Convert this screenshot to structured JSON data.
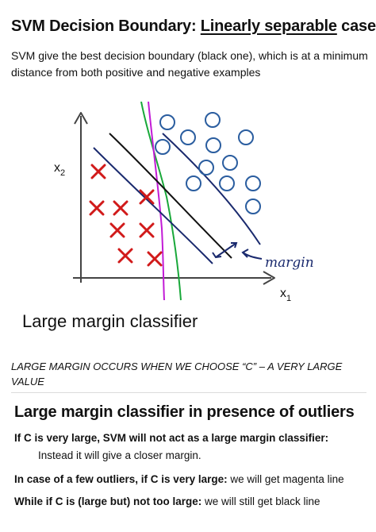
{
  "title": {
    "prefix": "SVM Decision Boundary: ",
    "underlined": "Linearly separable",
    "suffix": " case"
  },
  "description": "SVM give the best decision boundary (black one), which is at a minimum distance from both positive and negative examples",
  "figure": {
    "x_axis_label": "x",
    "x_axis_sub": "1",
    "y_axis_label": "x",
    "y_axis_sub": "2",
    "margin_label": "margin",
    "colors": {
      "positive_x": "#d11a1a",
      "negative_o": "#2a5d9f",
      "decision_boundary": "#111111",
      "margin_lines": "#1a2a6e",
      "magenta_line": "#c21bd6",
      "green_line": "#19a83a",
      "axes": "#444444"
    }
  },
  "large_margin_label": "Large margin classifier",
  "note": "LARGE MARGIN OCCURS WHEN WE CHOOSE “C” – A VERY LARGE VALUE",
  "subtitle": "Large margin classifier in presence of outliers",
  "bullets": {
    "b1": "If C is very large, SVM will not act as a large margin classifier:",
    "b1_sub": "Instead it will give a closer margin.",
    "b2_bold": "In case of a few outliers, if C is very large:",
    "b2_rest": " we will get magenta line",
    "b3_bold": "While if C is (large but) not too large:",
    "b3_rest": " we will still get black line"
  }
}
